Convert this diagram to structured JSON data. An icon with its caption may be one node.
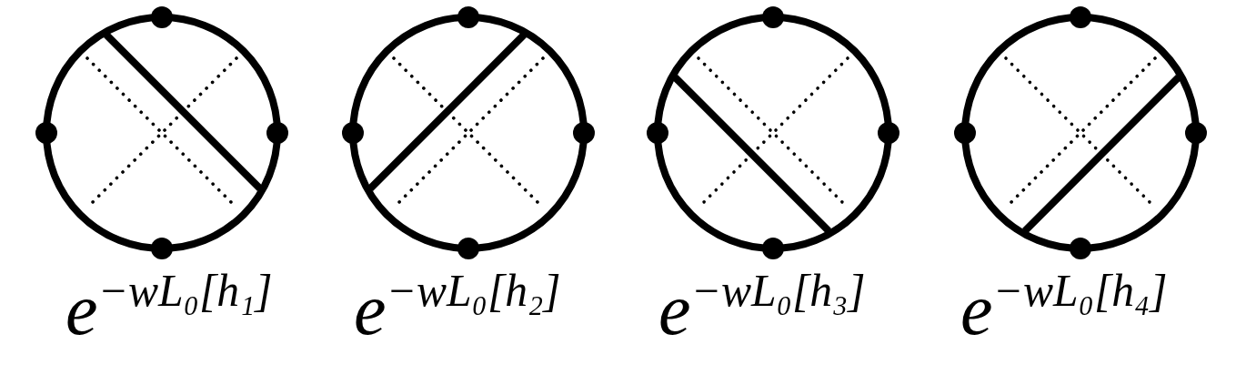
{
  "diagram": {
    "nodes": [
      {
        "text": [],
        "shape": "circle",
        "beside": [
          "e$^{−wL₀[h₁]}$"
        ]
      },
      {
        "text": [],
        "shape": "circle",
        "beside": [
          "e$^{−wL₀[h₂]}$"
        ]
      },
      {
        "text": [],
        "shape": "circle",
        "beside": [
          "e$^{−wL₀[h₃]}$"
        ]
      },
      {
        "text": [],
        "shape": "circle",
        "beside": [
          "e$^{−wL₀[h₄]}$"
        ]
      }
    ]
  }
}
